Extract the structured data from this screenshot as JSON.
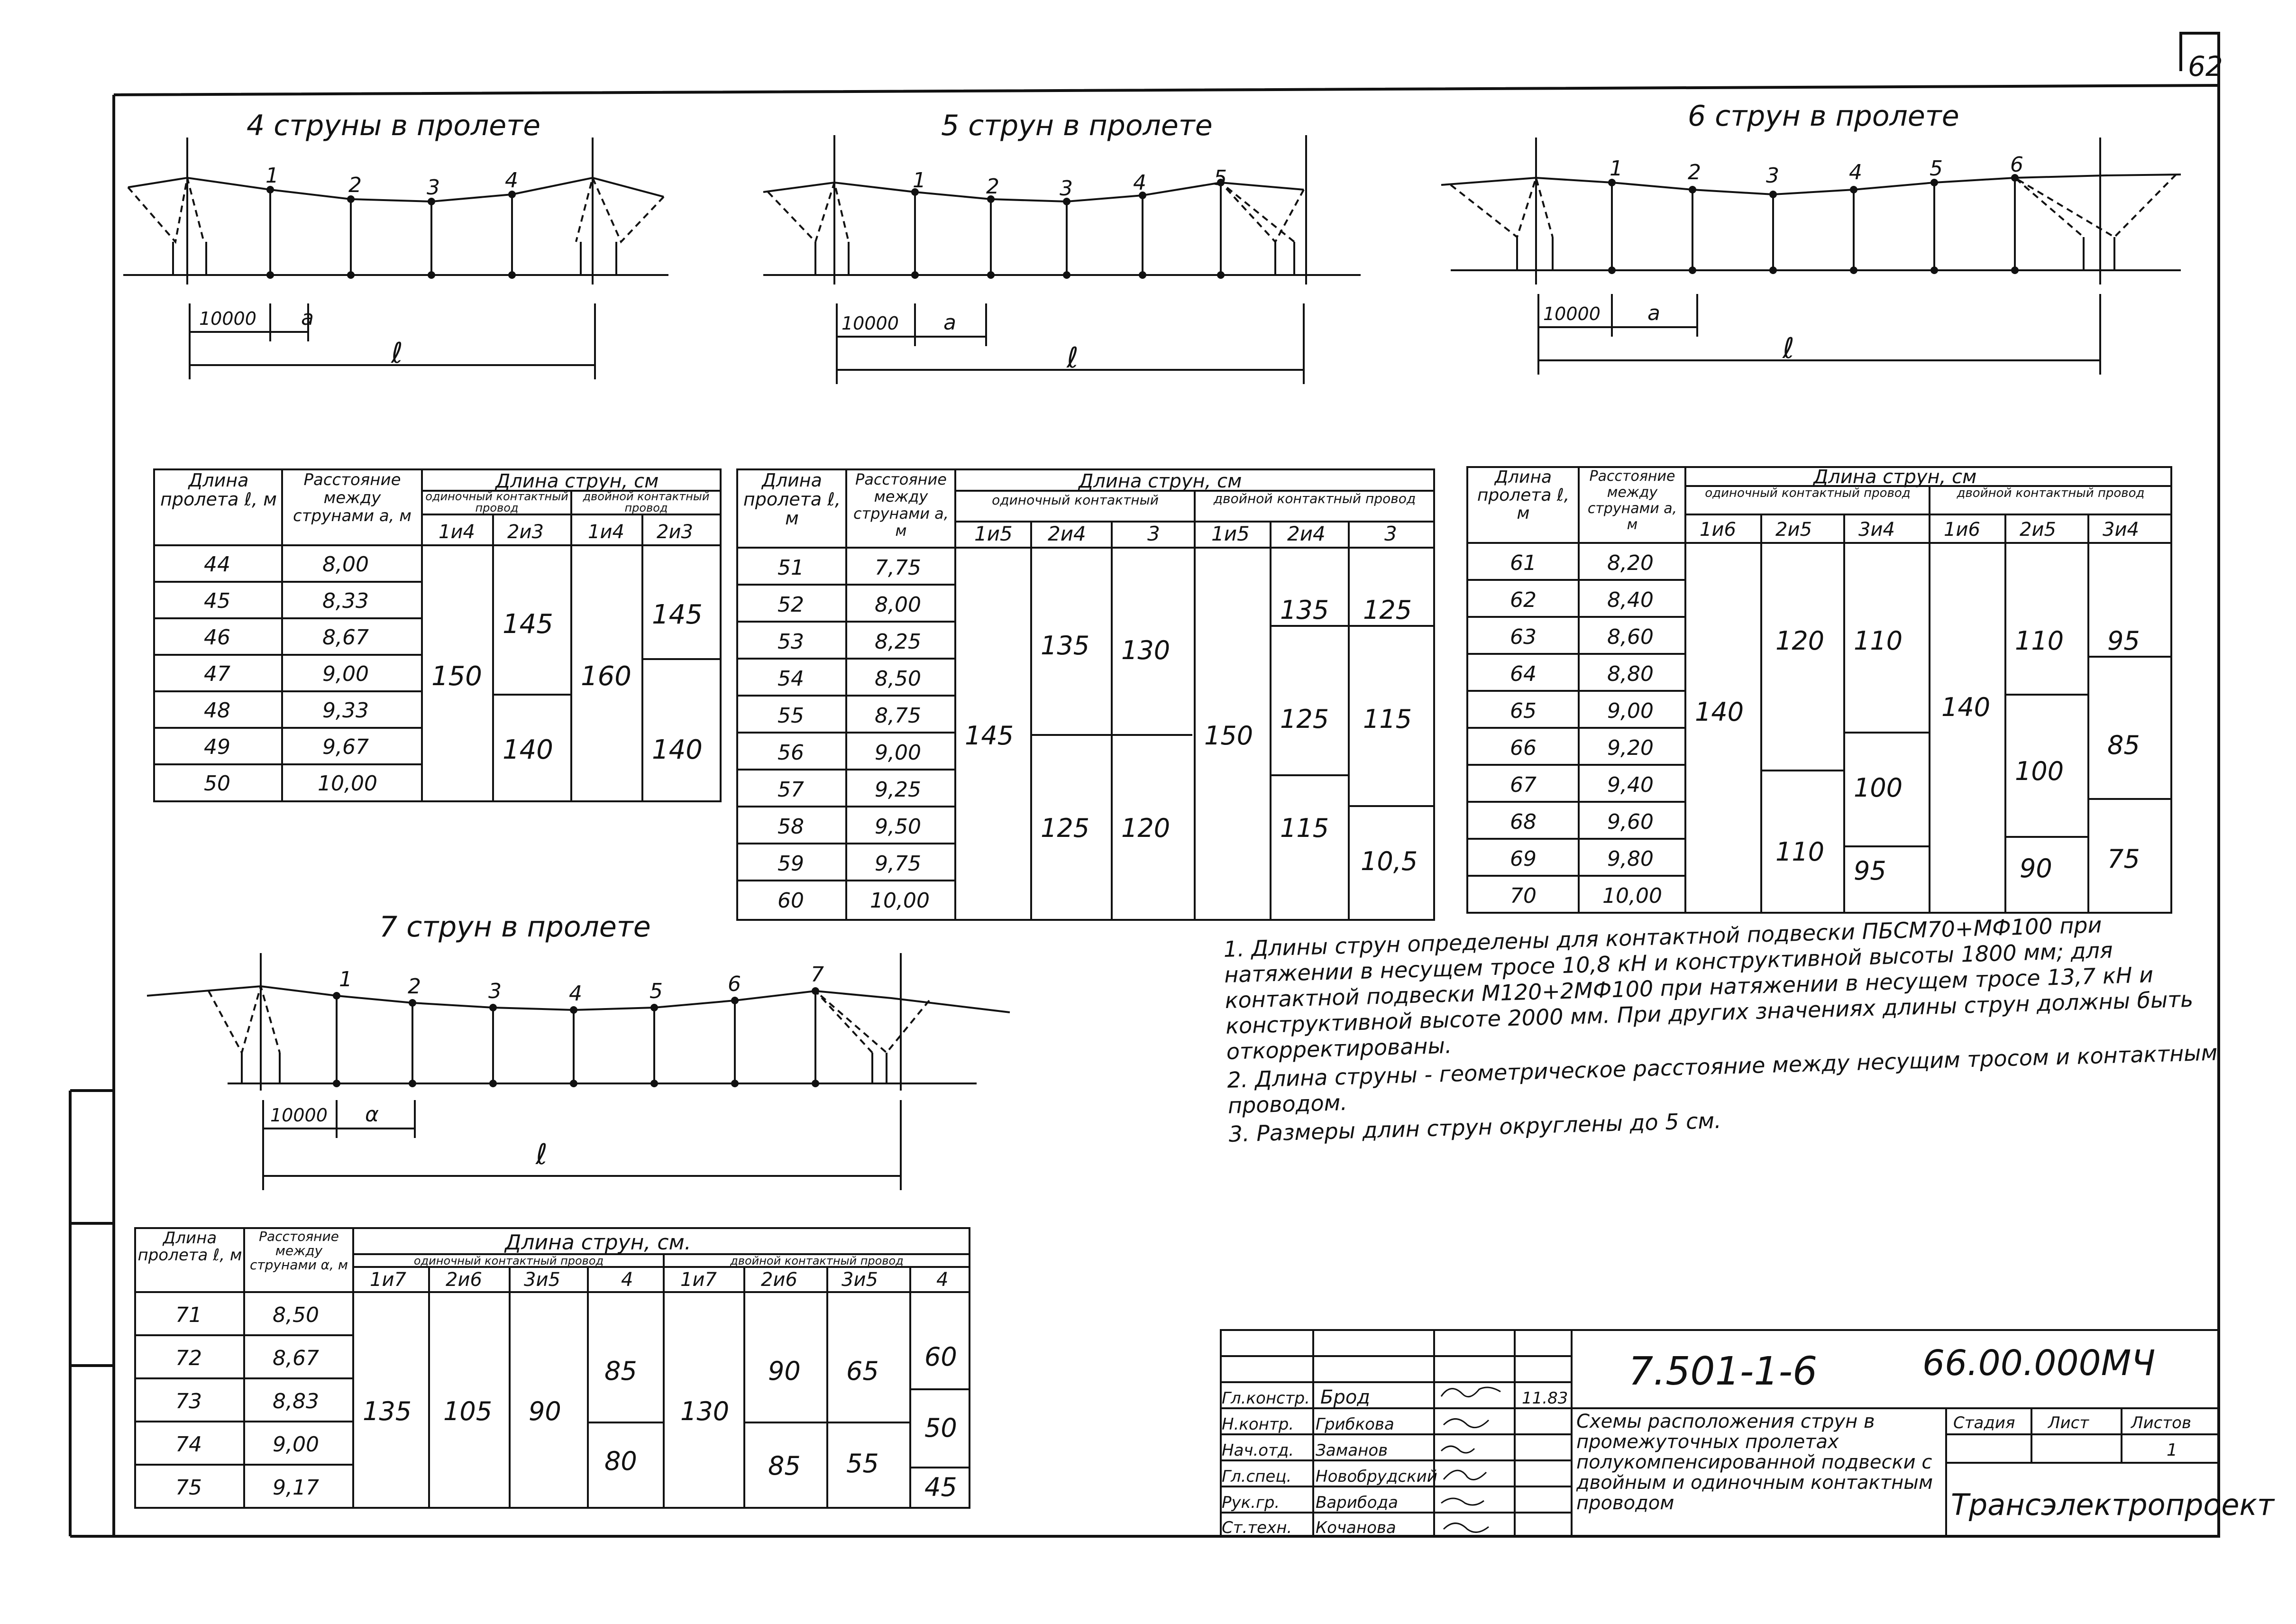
{
  "sheet_number": "62",
  "diagrams": [
    {
      "title": "4 струны в пролете",
      "strings": [
        "1",
        "2",
        "3",
        "4"
      ],
      "dim_left": "10000",
      "dim_a": "a",
      "dim_span": "ℓ"
    },
    {
      "title": "5 струн в пролете",
      "strings": [
        "1",
        "2",
        "3",
        "4",
        "5"
      ],
      "dim_left": "10000",
      "dim_a": "a",
      "dim_span": "ℓ"
    },
    {
      "title": "6 струн в пролете",
      "strings": [
        "1",
        "2",
        "3",
        "4",
        "5",
        "6"
      ],
      "dim_left": "10000",
      "dim_a": "a",
      "dim_span": "ℓ"
    },
    {
      "title": "7 струн в пролете",
      "strings": [
        "1",
        "2",
        "3",
        "4",
        "5",
        "6",
        "7"
      ],
      "dim_left": "10000",
      "dim_a": "α",
      "dim_span": "ℓ"
    }
  ],
  "tables": {
    "t4": {
      "head_span": "Длина пролета ℓ, м",
      "head_dist": "Расстояние между струнами a, м",
      "head_len": "Длина струн, см",
      "group1": "одиночный контактный провод",
      "group2": "двойной контактный провод",
      "sub": [
        "1и4",
        "2и3",
        "1и4",
        "2и3"
      ],
      "spans": [
        "44",
        "45",
        "46",
        "47",
        "48",
        "49",
        "50"
      ],
      "dists": [
        "8,00",
        "8,33",
        "8,67",
        "9,00",
        "9,33",
        "9,67",
        "10,00"
      ],
      "vals": {
        "c1": "150",
        "c2a": "145",
        "c2b": "140",
        "c3": "160",
        "c4a": "145",
        "c4b": "140"
      }
    },
    "t5": {
      "head_span": "Длина пролета ℓ, м",
      "head_dist": "Расстояние между струнами a, м",
      "head_len": "Длина струн, см",
      "group1": "одиночный контактный",
      "group2": "двойной контактный провод",
      "sub": [
        "1и5",
        "2и4",
        "3",
        "1и5",
        "2и4",
        "3"
      ],
      "spans": [
        "51",
        "52",
        "53",
        "54",
        "55",
        "56",
        "57",
        "58",
        "59",
        "60"
      ],
      "dists": [
        "7,75",
        "8,00",
        "8,25",
        "8,50",
        "8,75",
        "9,00",
        "9,25",
        "9,50",
        "9,75",
        "10,00"
      ],
      "vals": {
        "c1": "145",
        "c2a": "135",
        "c2b": "125",
        "c3a": "130",
        "c3b": "120",
        "c4": "150",
        "c5a": "135",
        "c5b": "125",
        "c5c": "115",
        "c6a": "125",
        "c6b": "115",
        "c6c": "10,5"
      }
    },
    "t6": {
      "head_span": "Длина пролета ℓ, м",
      "head_dist": "Расстояние между струнами a, м",
      "head_len": "Длина струн, см",
      "group1": "одиночный контактный провод",
      "group2": "двойной контактный провод",
      "sub": [
        "1и6",
        "2и5",
        "3и4",
        "1и6",
        "2и5",
        "3и4"
      ],
      "spans": [
        "61",
        "62",
        "63",
        "64",
        "65",
        "66",
        "67",
        "68",
        "69",
        "70"
      ],
      "dists": [
        "8,20",
        "8,40",
        "8,60",
        "8,80",
        "9,00",
        "9,20",
        "9,40",
        "9,60",
        "9,80",
        "10,00"
      ],
      "vals": {
        "c1": "140",
        "c2a": "120",
        "c2b": "110",
        "c3a": "110",
        "c3b": "100",
        "c3c": "95",
        "c4": "140",
        "c5a": "110",
        "c5b": "100",
        "c5c": "90",
        "c6a": "95",
        "c6b": "85",
        "c6c": "75"
      }
    },
    "t7": {
      "head_span": "Длина пролета ℓ, м",
      "head_dist": "Расстояние между струнами α, м",
      "head_len": "Длина струн, см.",
      "group1": "одиночный контактный провод",
      "group2": "двойной контактный провод",
      "sub": [
        "1и7",
        "2и6",
        "3и5",
        "4",
        "1и7",
        "2и6",
        "3и5",
        "4"
      ],
      "spans": [
        "71",
        "72",
        "73",
        "74",
        "75"
      ],
      "dists": [
        "8,50",
        "8,67",
        "8,83",
        "9,00",
        "9,17"
      ],
      "vals": {
        "c1": "135",
        "c2": "105",
        "c3": "90",
        "c4a": "85",
        "c4b": "80",
        "c5": "130",
        "c6a": "90",
        "c6b": "85",
        "c7a": "65",
        "c7b": "55",
        "c8a": "60",
        "c8b": "50",
        "c8c": "45"
      }
    }
  },
  "notes": [
    "1. Длины струн определены для контактной подвески ПБСМ70+МФ100 при натяжении в несущем тросе 10,8 кН и конструктивной высоты 1800 мм; для контактной подвески М120+2МФ100 при натяжении в несущем тросе 13,7 кН и конструктивной высоте 2000 мм. При других значениях длины струн должны быть откорректированы.",
    "2. Длина струны - геометрическое расстояние между несущим тросом и контактным проводом.",
    "3. Размеры длин струн округлены до 5 см."
  ],
  "title_block": {
    "code_left": "7.501-1-6",
    "code_right": "66.00.000МЧ",
    "roles": [
      "Гл.констр.",
      "Н.контр.",
      "Нач.отд.",
      "Гл.спец.",
      "Рук.гр.",
      "Ст.техн."
    ],
    "names": [
      "Брод",
      "Грибкова",
      "Заманов",
      "Новобрудский",
      "Варибода",
      "Кочанова"
    ],
    "date": "11.83",
    "doc_title": "Схемы расположения струн в промежуточных пролетах полукомпенсированной подвески с двойным и одиночным контактным проводом",
    "stage_label": "Стадия",
    "sheet_label": "Лист",
    "sheets_label": "Листов",
    "sheets_value": "1",
    "org": "Трансэлектропроект"
  }
}
